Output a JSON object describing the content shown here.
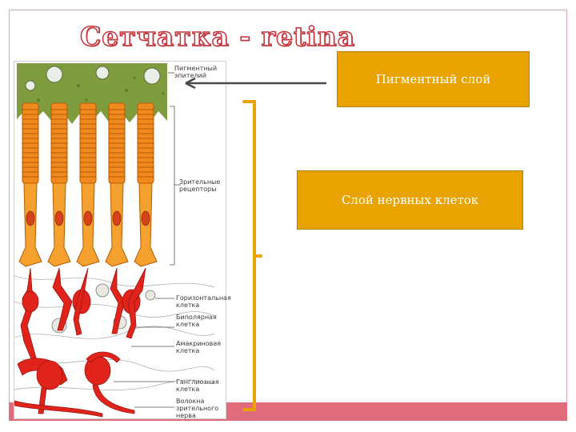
{
  "slide": {
    "title": "Сетчатка - retina",
    "accent_color": "#e8a300",
    "band_color": "#e06b7d"
  },
  "callouts": {
    "pigment": "Пигментный слой",
    "nerve": "Слой нервных клеток"
  },
  "figure_labels": {
    "pigment_epithelium": "Пигментный\nэпителий",
    "receptors": "Зрительные\nрецепторы",
    "horizontal": "Горизонтальная\nклетка",
    "bipolar": "Биполярная\nклетка",
    "amacrine": "Амакриновая\nклетка",
    "ganglion": "Ганглиозная\nклетка",
    "fibers": "Волокна\nзрительного\nнерва"
  }
}
